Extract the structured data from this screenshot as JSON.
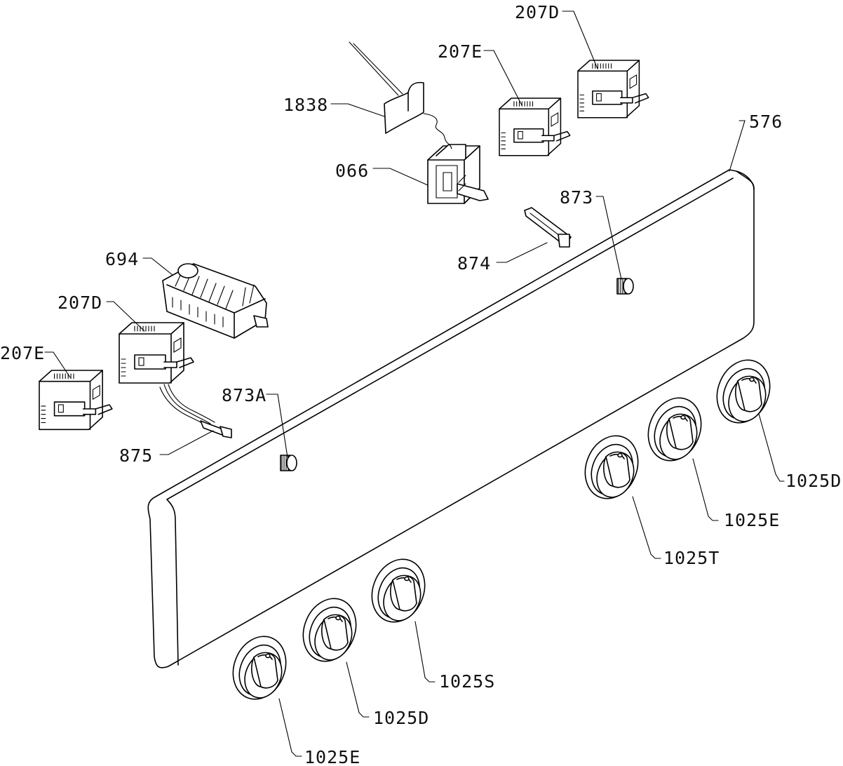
{
  "labels": {
    "l_207D_top": "207D",
    "l_207E_top": "207E",
    "l_1838": "1838",
    "l_066": "066",
    "l_576": "576",
    "l_873": "873",
    "l_874": "874",
    "l_694": "694",
    "l_207D_left": "207D",
    "l_207E_left": "207E",
    "l_873A": "873A",
    "l_875": "875",
    "l_1025D_right": "1025D",
    "l_1025E_right": "1025E",
    "l_1025T": "1025T",
    "l_1025S": "1025S",
    "l_1025D_bottom": "1025D",
    "l_1025E_bottom": "1025E"
  },
  "colors": {
    "line": "#000000",
    "background": "#ffffff"
  }
}
